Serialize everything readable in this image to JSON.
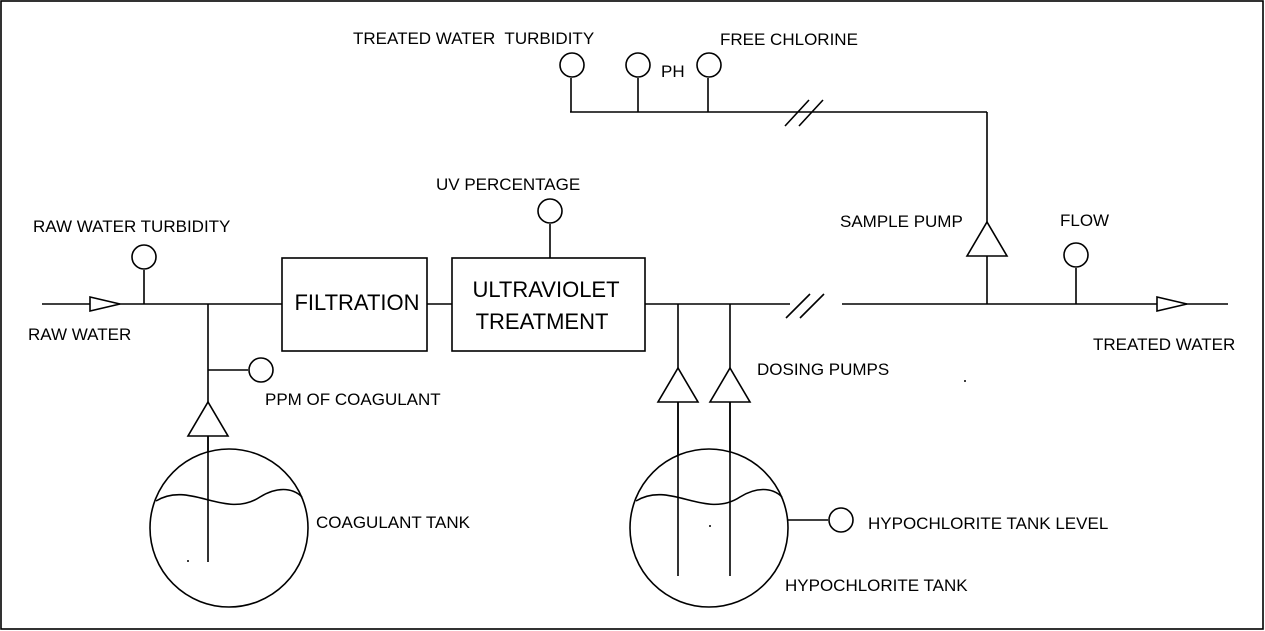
{
  "labels": {
    "treated_water_turbidity": "TREATED WATER  TURBIDITY",
    "ph": "PH",
    "free_chlorine": "FREE CHLORINE",
    "uv_percentage": "UV PERCENTAGE",
    "raw_water_turbidity": "RAW WATER TURBIDITY",
    "sample_pump": "SAMPLE PUMP",
    "flow": "FLOW",
    "raw_water": "RAW WATER",
    "treated_water": "TREATED WATER",
    "dosing_pumps": "DOSING PUMPS",
    "ppm_of_coagulant": "PPM OF COAGULANT",
    "coagulant_tank": "COAGULANT TANK",
    "hypochlorite_tank_level": "HYPOCHLORITE TANK LEVEL",
    "hypochlorite_tank": "HYPOCHLORITE TANK"
  },
  "blocks": {
    "filtration": "FILTRATION",
    "uv_line1": "ULTRAVIOLET",
    "uv_line2": "TREATMENT"
  }
}
